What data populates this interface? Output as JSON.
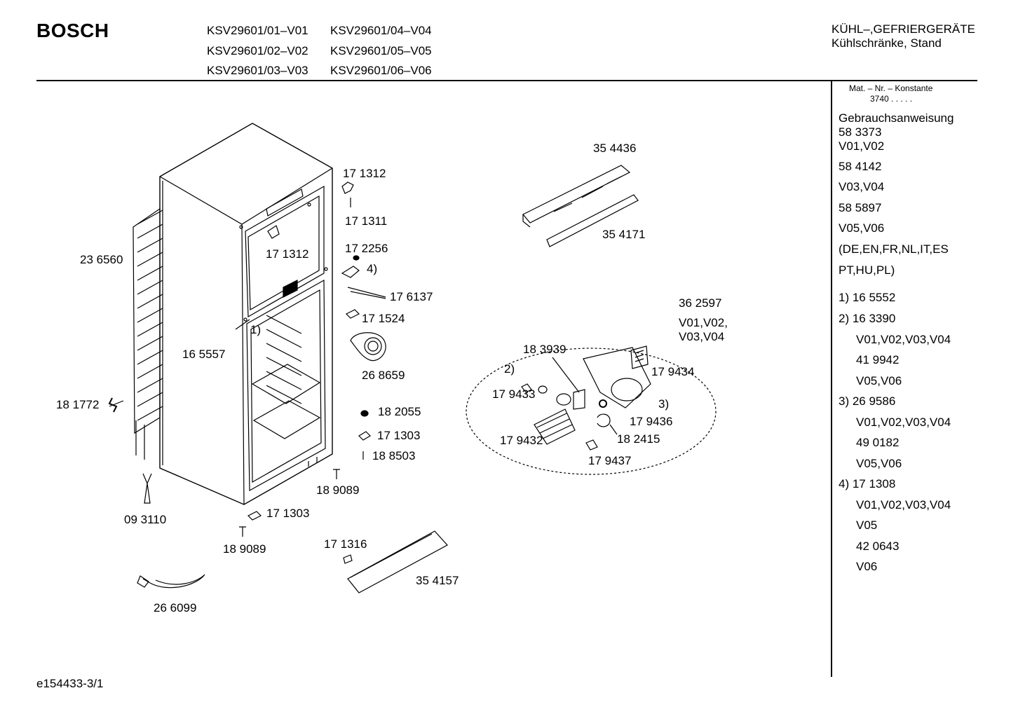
{
  "header": {
    "brand": "BOSCH",
    "models": [
      [
        "KSV29601/01–V01",
        "KSV29601/04–V04"
      ],
      [
        "KSV29601/02–V02",
        "KSV29601/05–V05"
      ],
      [
        "KSV29601/03–V03",
        "KSV29601/06–V06"
      ]
    ],
    "category_line1": "KÜHL–,GEFRIERGERÄTE",
    "category_line2": "Kühlschränke, Stand"
  },
  "sidebar": {
    "matnr_label": "Mat. – Nr. – Konstante",
    "matnr_value": "3740  .   .   .   .   .",
    "lines": [
      {
        "text": "Gebrauchsanweisung",
        "indent": 0
      },
      {
        "text": "58 3373",
        "indent": 0
      },
      {
        "text": "V01,V02",
        "indent": 0
      },
      {
        "text": "58 4142",
        "indent": 0
      },
      {
        "text": "V03,V04",
        "indent": 0
      },
      {
        "text": "58 5897",
        "indent": 0
      },
      {
        "text": "V05,V06",
        "indent": 0
      },
      {
        "text": "(DE,EN,FR,NL,IT,ES",
        "indent": 0
      },
      {
        "text": "PT,HU,PL)",
        "indent": 0
      },
      {
        "text": "1)  16 5552",
        "indent": 0
      },
      {
        "text": "2)  16 3390",
        "indent": 0
      },
      {
        "text": "V01,V02,V03,V04",
        "indent": 1
      },
      {
        "text": "41 9942",
        "indent": 1
      },
      {
        "text": "V05,V06",
        "indent": 1
      },
      {
        "text": "3)  26 9586",
        "indent": 0
      },
      {
        "text": "V01,V02,V03,V04",
        "indent": 1
      },
      {
        "text": "49 0182",
        "indent": 1
      },
      {
        "text": "V05,V06",
        "indent": 1
      },
      {
        "text": "4)  17 1308",
        "indent": 0
      },
      {
        "text": "V01,V02,V03,V04",
        "indent": 1
      },
      {
        "text": "V05",
        "indent": 1
      },
      {
        "text": "42 0643",
        "indent": 1
      },
      {
        "text": "V06",
        "indent": 1
      }
    ]
  },
  "parts": {
    "p171312a": "17 1312",
    "p171311": "17 1311",
    "p171312b": "17 1312",
    "p172256": "17 2256",
    "ref4": "4)",
    "p236560": "23 6560",
    "p176137": "17 6137",
    "p171524": "17 1524",
    "ref1": "1)",
    "p165557": "16 5557",
    "p268659": "26 8659",
    "p181772": "18 1772",
    "p182055": "18 2055",
    "p171303a": "17 1303",
    "p188503": "18 8503",
    "p189089a": "18 9089",
    "p093110": "09 3110",
    "p171303b": "17 1303",
    "p189089b": "18 9089",
    "p171316": "17 1316",
    "p354157": "35 4157",
    "p266099": "26 6099",
    "p354436": "35 4436",
    "p354171": "35 4171",
    "p362597": "36 2597",
    "v0102": "V01,V02,",
    "v0304": "V03,V04",
    "p183939": "18 3939",
    "ref2": "2)",
    "p179434": "17 9434",
    "p179433": "17 9433",
    "ref3": "3)",
    "p179436": "17 9436",
    "p179432": "17 9432",
    "p182415": "18 2415",
    "p179437": "17 9437"
  },
  "footer": {
    "code": "e154433-3/1"
  }
}
